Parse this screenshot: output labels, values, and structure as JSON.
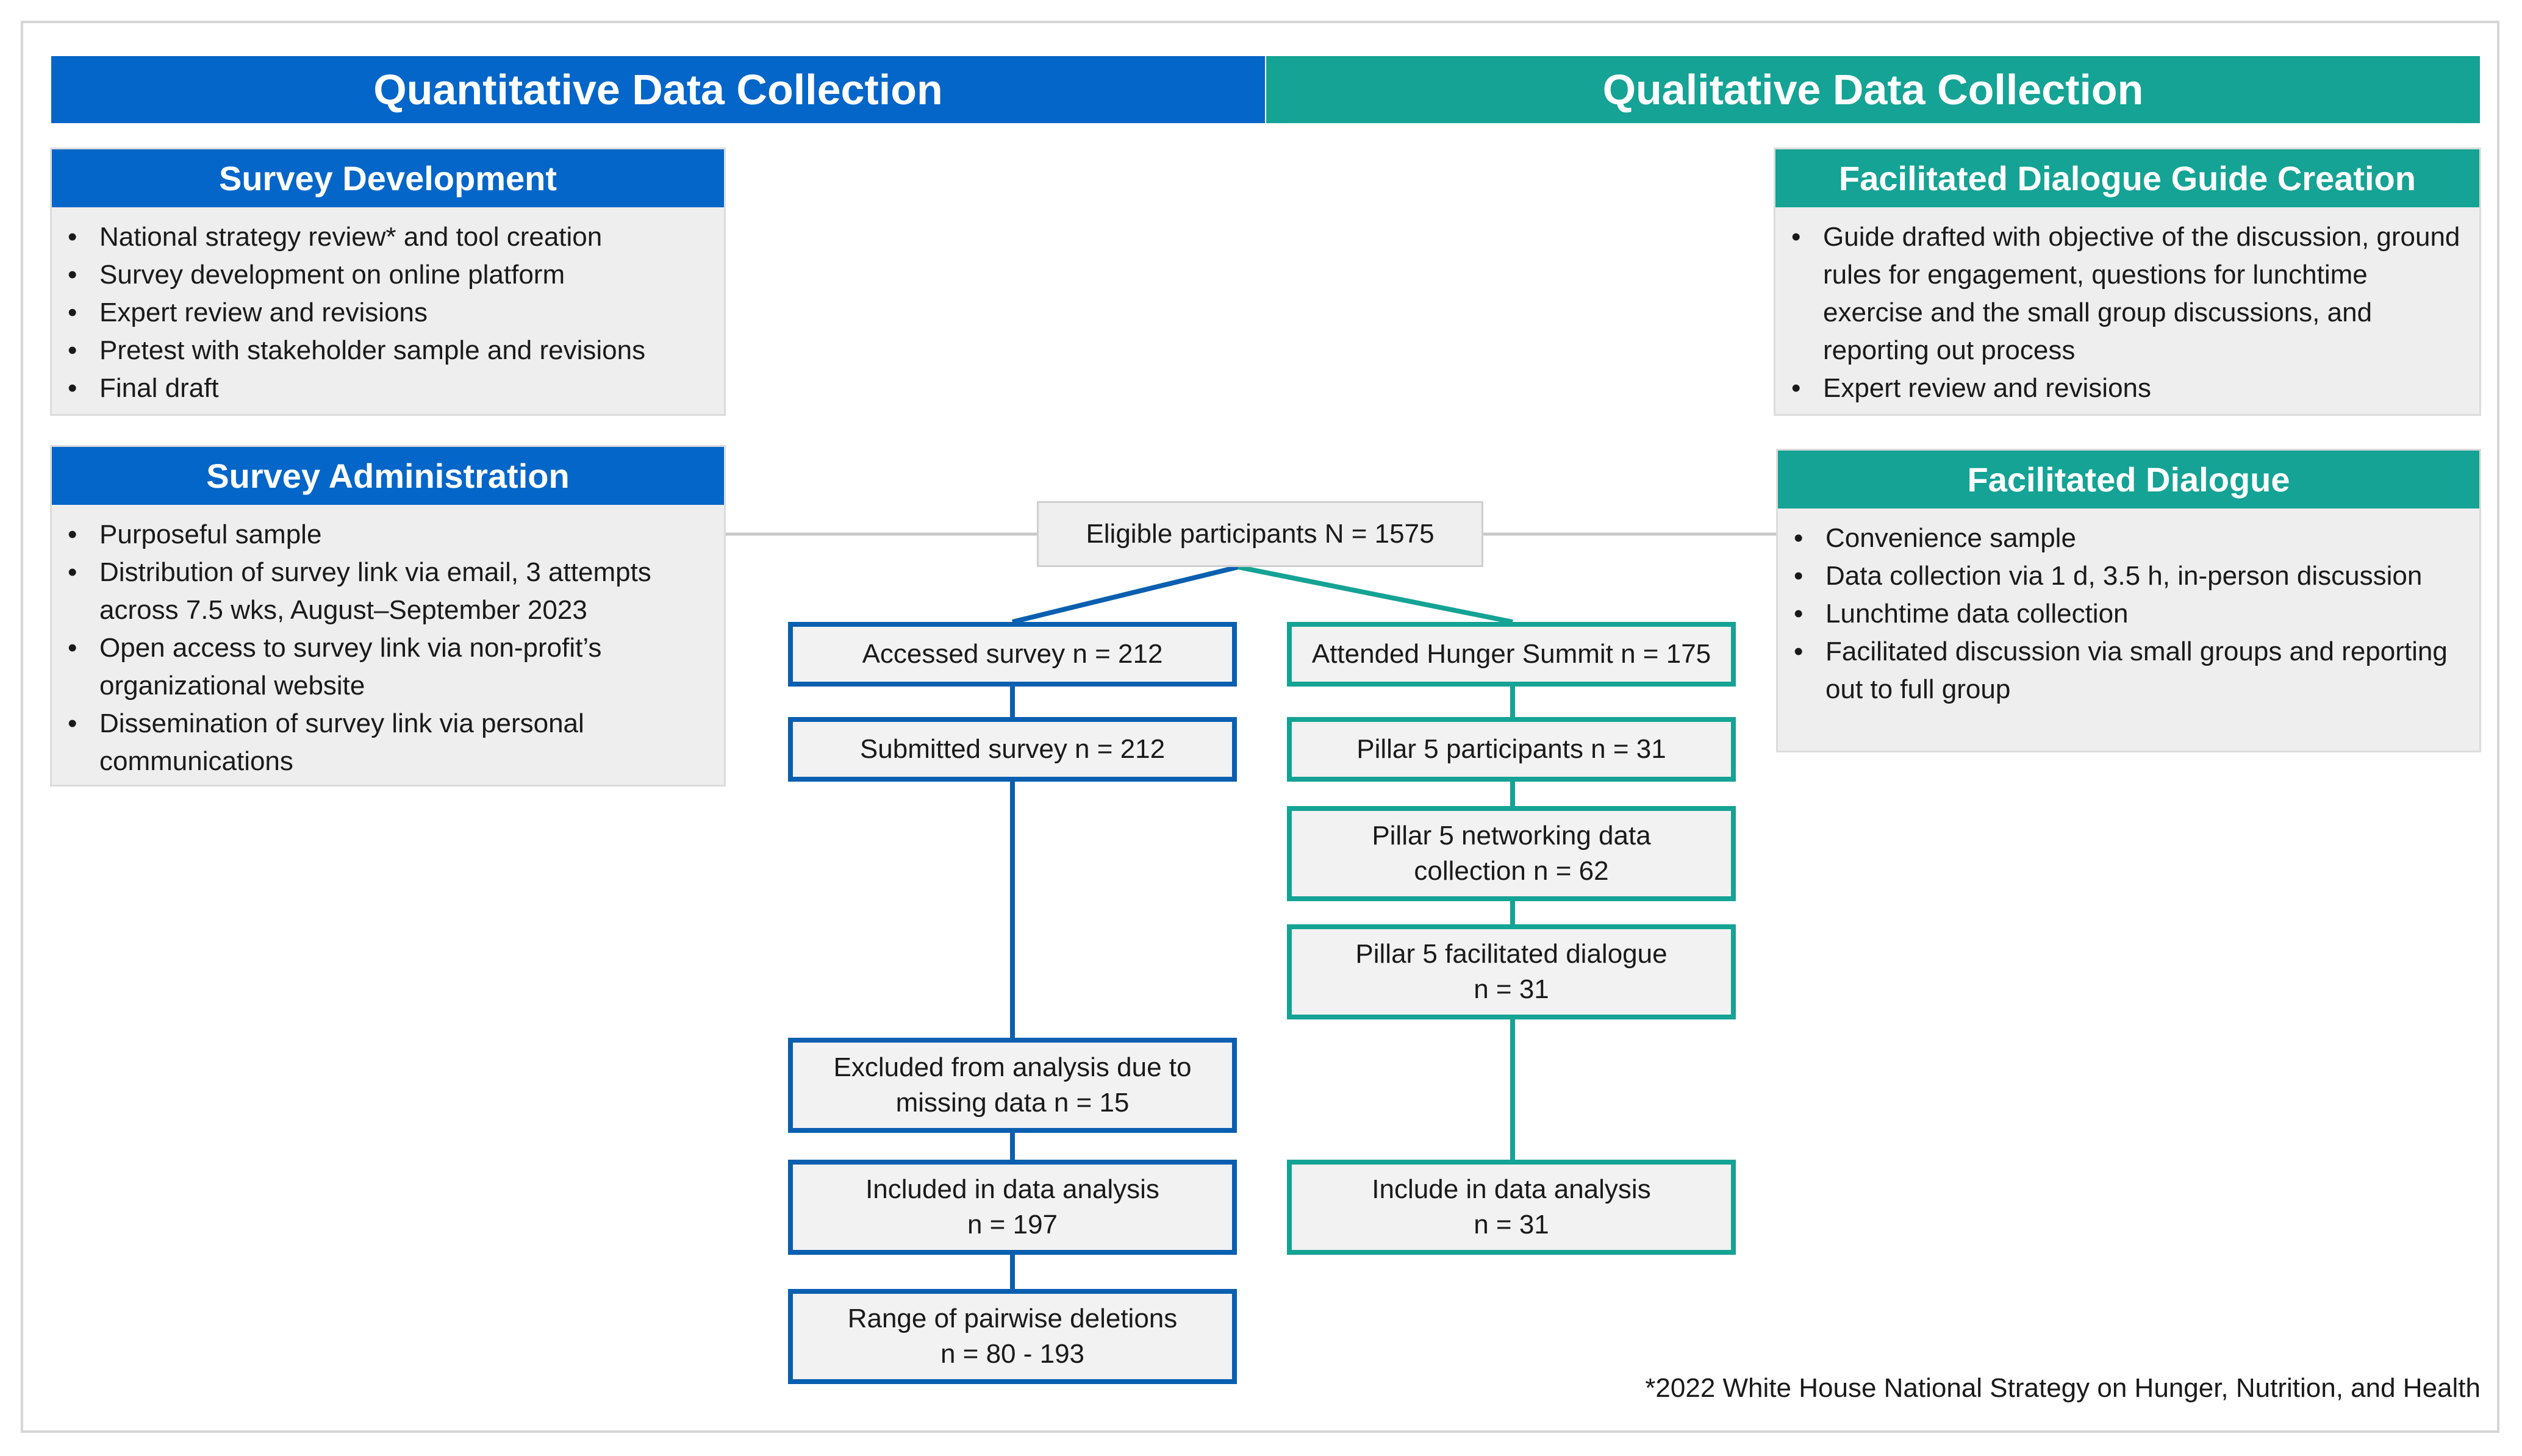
{
  "banners": {
    "quantitative": "Quantitative Data Collection",
    "qualitative": "Qualitative Data Collection"
  },
  "panels": {
    "survey_development": {
      "title": "Survey Development",
      "items": [
        "National strategy review* and tool creation",
        "Survey development on online platform",
        "Expert review and revisions",
        "Pretest with stakeholder sample and revisions",
        "Final draft"
      ]
    },
    "survey_administration": {
      "title": "Survey Administration",
      "items": [
        "Purposeful sample",
        "Distribution of survey link via email, 3 attempts across 7.5 wks, August–September 2023",
        "Open access to survey link via non-profit’s organizational website",
        "Dissemination of survey link via personal communications"
      ]
    },
    "guide_creation": {
      "title": "Facilitated Dialogue Guide Creation",
      "items": [
        "Guide drafted with objective of the discussion, ground rules for engagement, questions for lunchtime exercise and the small group discussions, and reporting out process",
        "Expert review and revisions"
      ]
    },
    "facilitated_dialogue": {
      "title": "Facilitated Dialogue",
      "items": [
        "Convenience sample",
        "Data collection via 1 d, 3.5 h, in-person discussion",
        "Lunchtime data collection",
        "Facilitated discussion via small groups and reporting out to full group"
      ]
    }
  },
  "flow": {
    "eligible": "Eligible participants N = 1575",
    "quantitative": [
      "Accessed survey n = 212",
      "Submitted survey n = 212",
      "Excluded from analysis due to\nmissing data n = 15",
      "Included in data analysis\nn = 197",
      "Range of pairwise deletions\nn = 80 - 193"
    ],
    "qualitative": [
      "Attended Hunger Summit n = 175",
      "Pillar 5 participants n = 31",
      "Pillar 5 networking data\ncollection n =  62",
      "Pillar 5 facilitated dialogue\nn = 31",
      "Include in data analysis\nn = 31"
    ]
  },
  "footnote": "*2022 White House National Strategy on Hunger, Nutrition, and Health",
  "colors": {
    "quantitative": "#0466c8",
    "qualitative": "#14a394",
    "panel_bg": "#eeeeee",
    "connector_gray": "#c8c8c8"
  }
}
